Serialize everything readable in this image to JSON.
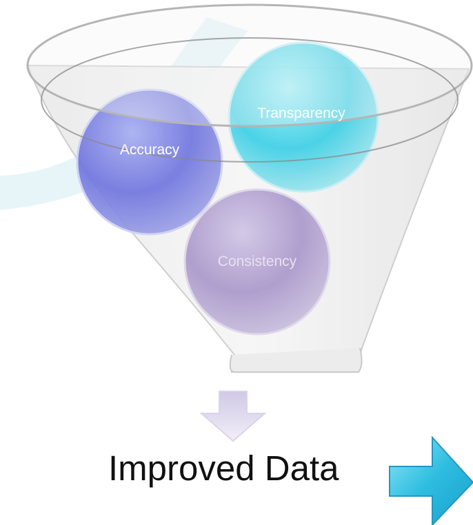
{
  "diagram": {
    "inputs": [
      {
        "id": "accuracy",
        "label": "Accuracy",
        "color": "#6f74e0"
      },
      {
        "id": "transparency",
        "label": "Transparency",
        "color": "#4fd4e6"
      },
      {
        "id": "consistency",
        "label": "Consistency",
        "color": "#ab99c9"
      }
    ],
    "result": "Improved Data",
    "colors": {
      "funnel": "#d8d8d8",
      "swoosh": "#dff2f7",
      "down_arrow": "#ddd8ec",
      "right_arrow": "#33c3e3"
    },
    "icons": [
      "funnel-icon",
      "down-arrow-icon",
      "right-arrow-icon"
    ]
  }
}
